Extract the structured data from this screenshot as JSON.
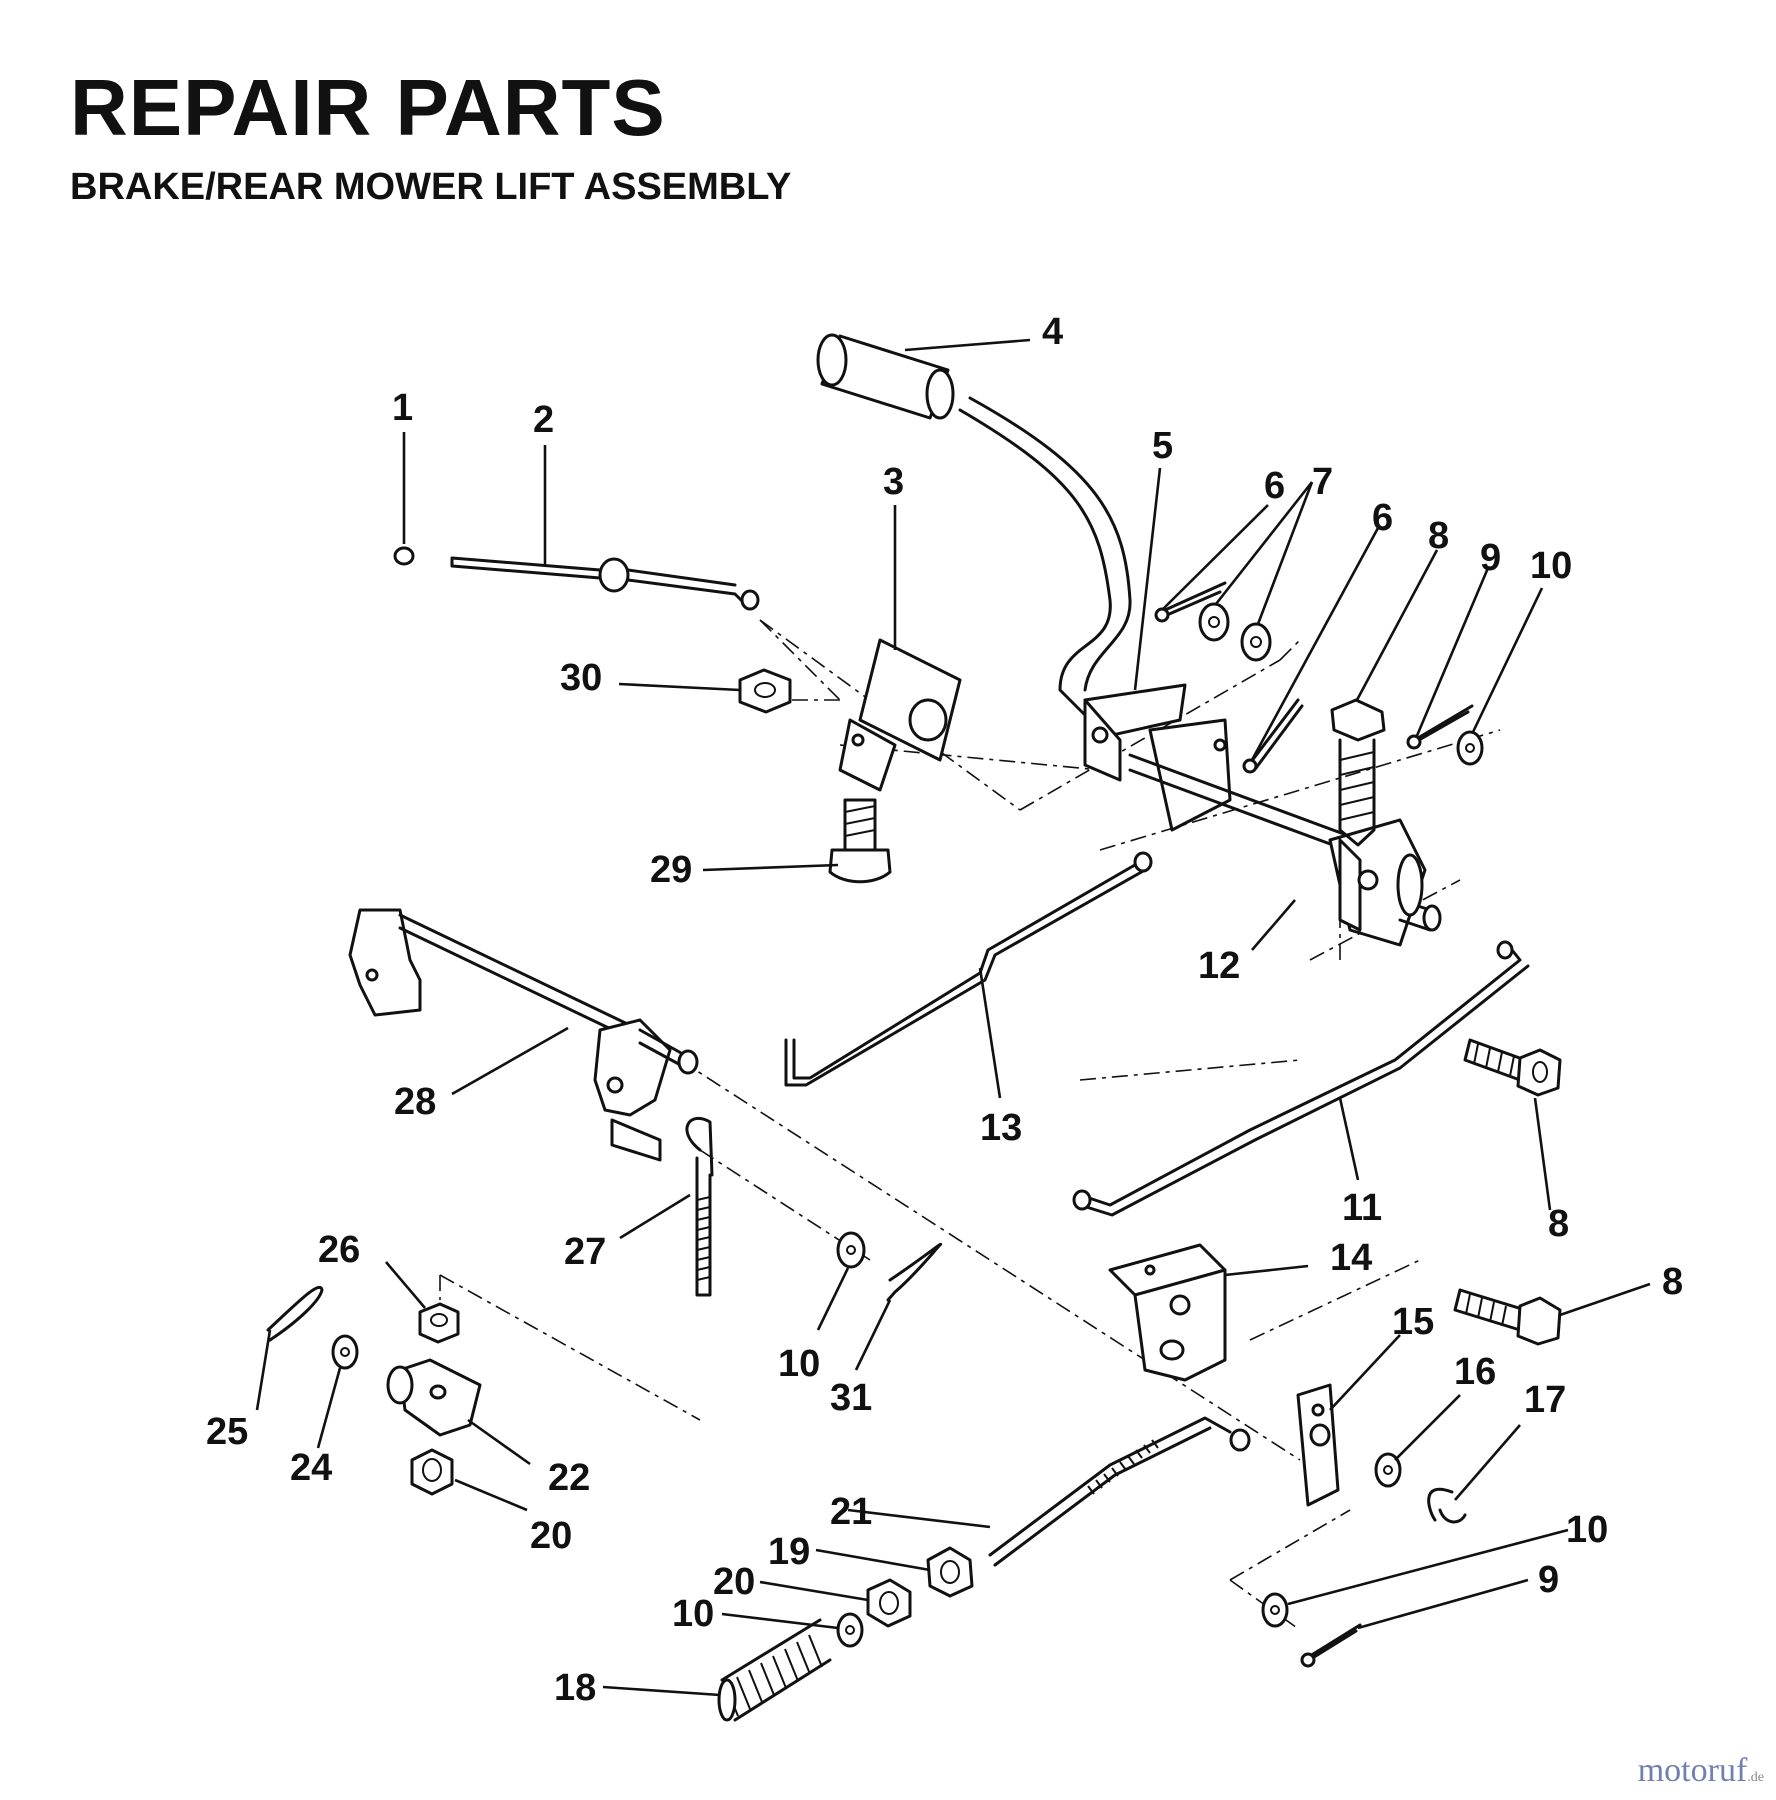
{
  "header": {
    "title": "REPAIR PARTS",
    "subtitle": "BRAKE/REAR MOWER LIFT ASSEMBLY"
  },
  "callouts": {
    "c1": "1",
    "c2": "2",
    "c3": "3",
    "c4": "4",
    "c5": "5",
    "c6a": "6",
    "c6b": "6",
    "c7": "7",
    "c8a": "8",
    "c8b": "8",
    "c8c": "8",
    "c9a": "9",
    "c9b": "9",
    "c10a": "10",
    "c10b": "10",
    "c10c": "10",
    "c10d": "10",
    "c11": "11",
    "c12": "12",
    "c13": "13",
    "c14": "14",
    "c15": "15",
    "c16": "16",
    "c17": "17",
    "c18": "18",
    "c19": "19",
    "c20a": "20",
    "c20b": "20",
    "c21": "21",
    "c22": "22",
    "c24": "24",
    "c25": "25",
    "c26": "26",
    "c27": "27",
    "c28": "28",
    "c29": "29",
    "c30": "30",
    "c31": "31"
  },
  "watermark": {
    "name": "motoruf",
    "tld": ".de"
  }
}
